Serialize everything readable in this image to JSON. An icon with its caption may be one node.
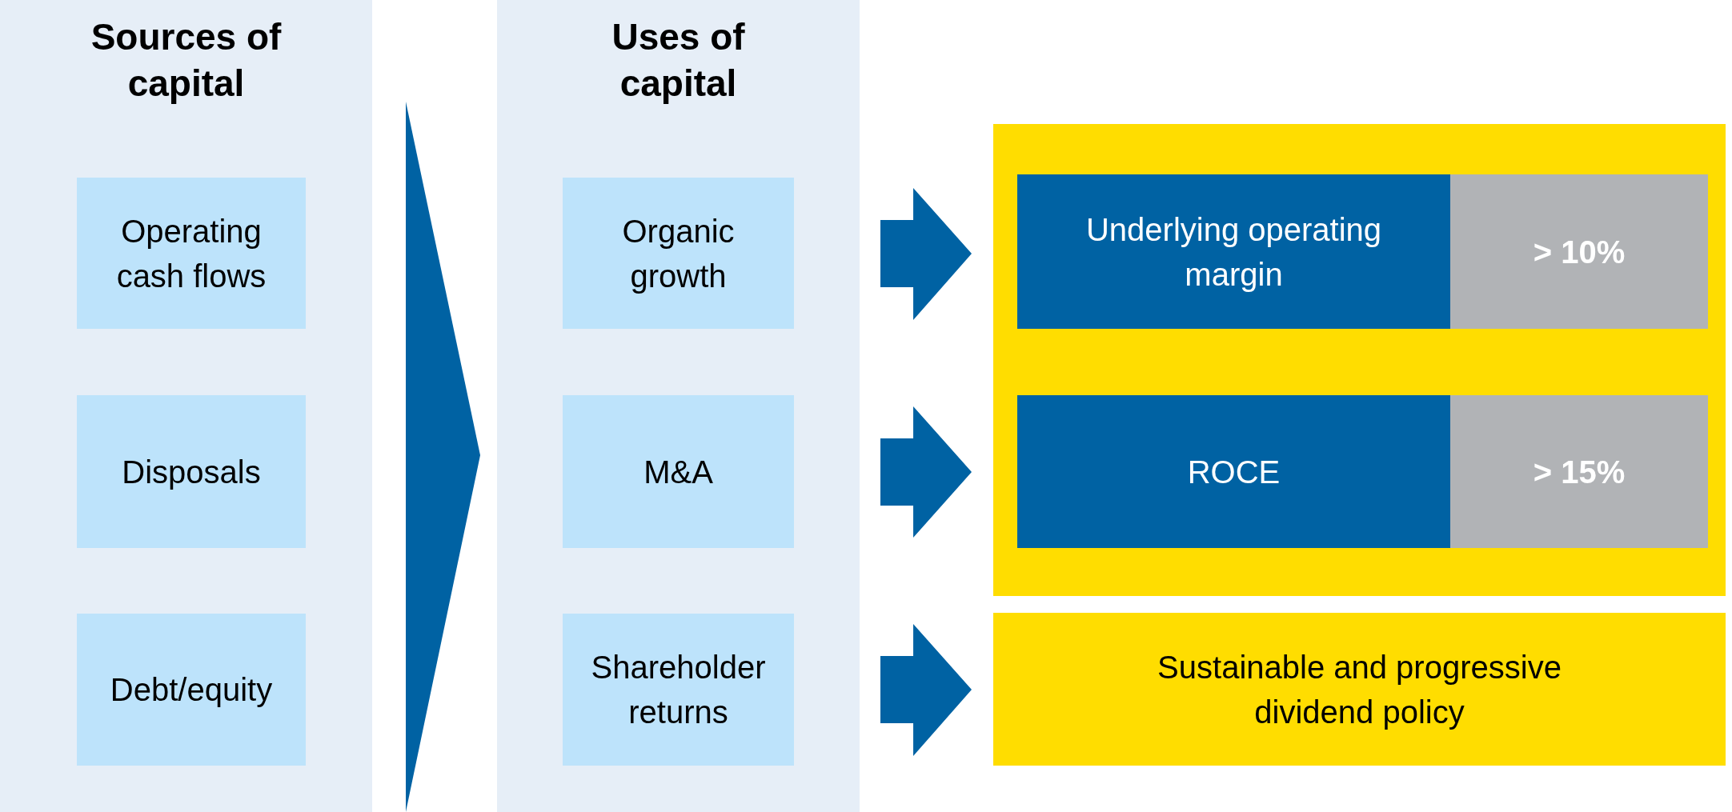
{
  "diagram": {
    "nodes": [
      {
        "text": [
          "Sources of capital"
        ]
      },
      {
        "text": [
          "Operating cash flows"
        ],
        "in": 0
      },
      {
        "text": [
          "Disposals"
        ],
        "in": 0
      },
      {
        "text": [
          "Debt/equity"
        ],
        "in": 0
      },
      {
        "text": [
          "Uses of capital"
        ]
      },
      {
        "text": [
          "Organic growth"
        ],
        "in": 4
      },
      {
        "text": [
          "M&A"
        ],
        "in": 4
      },
      {
        "text": [
          "Shareholder returns"
        ],
        "in": 4
      },
      {
        "text": [],
        "shape": "box"
      },
      {
        "text": [
          "Underlying operating margin"
        ],
        "in": 8
      },
      {
        "text": [
          "> 10%"
        ],
        "in": 8
      },
      {
        "text": [
          "ROCE"
        ],
        "in": 8
      },
      {
        "text": [
          "> 15%"
        ],
        "in": 8
      },
      {
        "text": [
          "Sustainable and progressive dividend policy"
        ]
      }
    ],
    "edges": [
      {
        "from": 0,
        "to": 4,
        "arrow": "to"
      },
      {
        "from": 5,
        "to": 9,
        "arrow": "to"
      },
      {
        "from": 6,
        "to": 11,
        "arrow": "to"
      },
      {
        "from": 7,
        "to": 13,
        "arrow": "to"
      }
    ]
  }
}
